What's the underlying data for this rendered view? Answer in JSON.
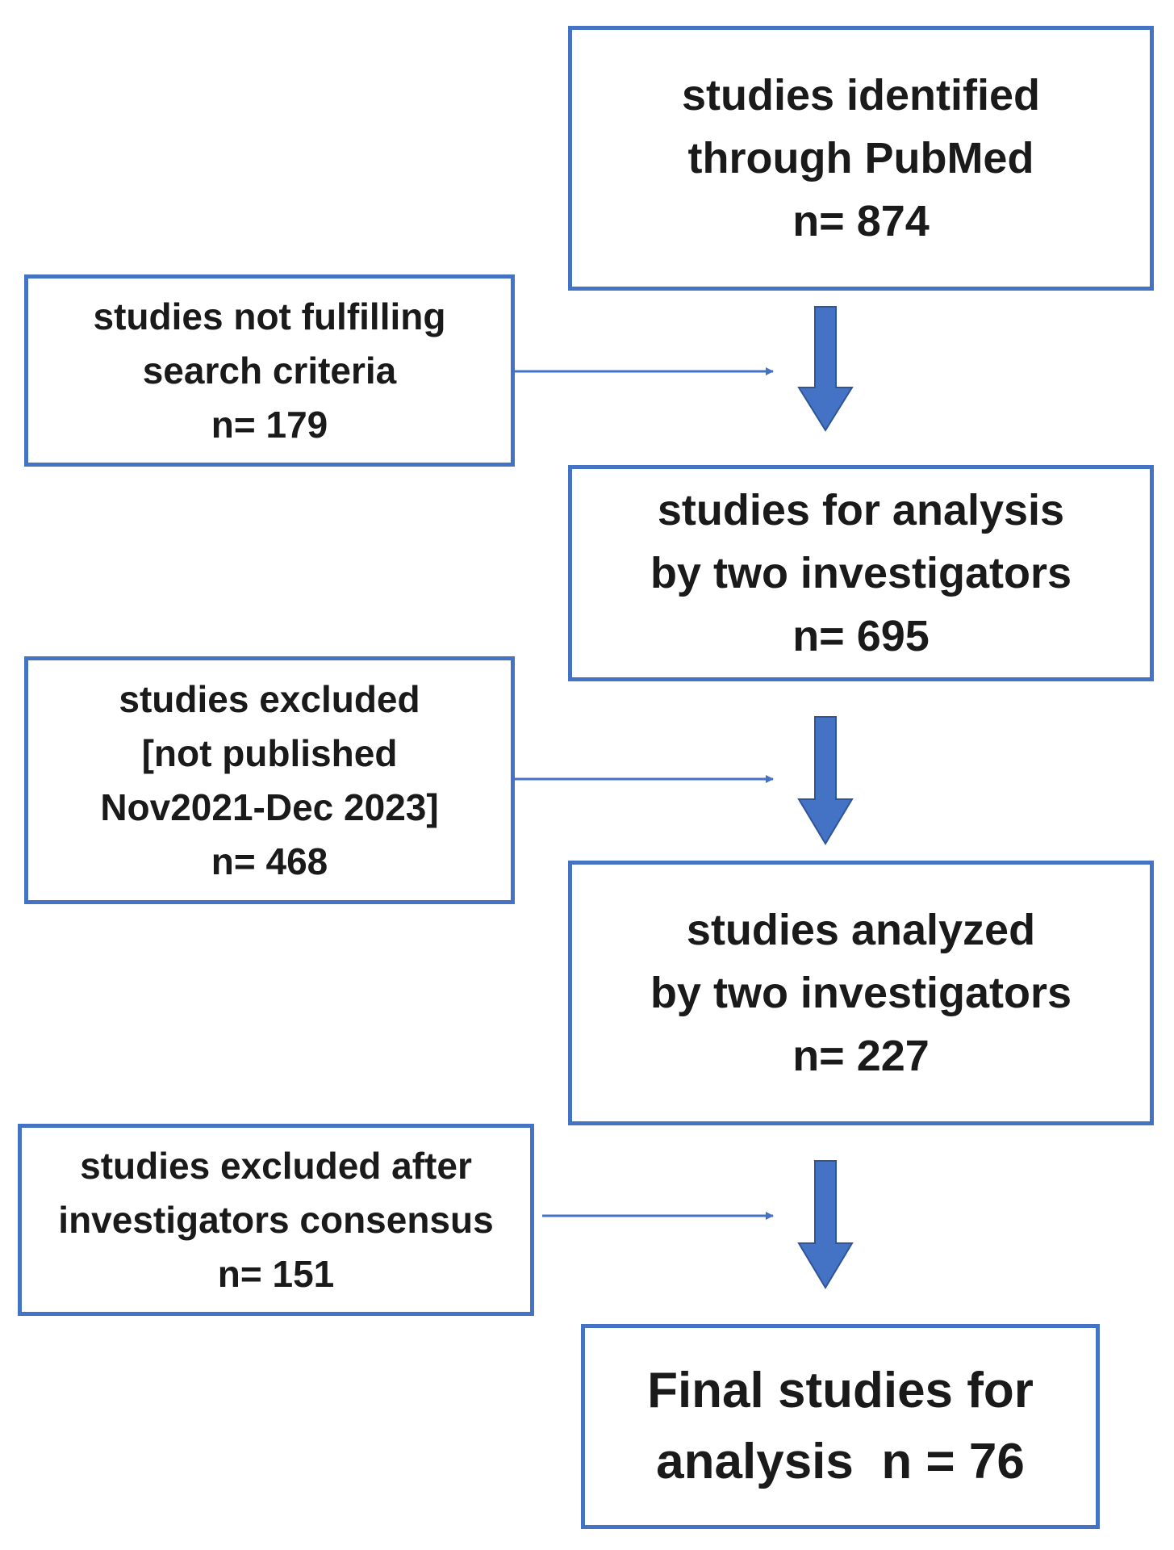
{
  "flowchart": {
    "main_steps": [
      {
        "id": "identified",
        "lines": [
          "studies identified",
          "through PubMed",
          "n= 874"
        ]
      },
      {
        "id": "analysis",
        "lines": [
          "studies for analysis",
          "by two investigators",
          "n= 695"
        ]
      },
      {
        "id": "analyzed",
        "lines": [
          "studies analyzed",
          "by two investigators",
          "n= 227"
        ]
      },
      {
        "id": "final",
        "lines": [
          "Final studies for",
          "analysis  n = 76"
        ]
      }
    ],
    "exclusions": [
      {
        "id": "not-fulfilling",
        "lines": [
          "studies not fulfilling",
          "search criteria",
          "n= 179"
        ]
      },
      {
        "id": "not-published",
        "lines": [
          "studies excluded",
          "[not published",
          "Nov2021-Dec 2023]",
          "n= 468"
        ]
      },
      {
        "id": "consensus",
        "lines": [
          "studies excluded after",
          "investigators consensus",
          "n= 151"
        ]
      }
    ]
  },
  "colors": {
    "border": "#4472c4",
    "arrow": "#4472c4",
    "text": "#1a1a1a"
  }
}
